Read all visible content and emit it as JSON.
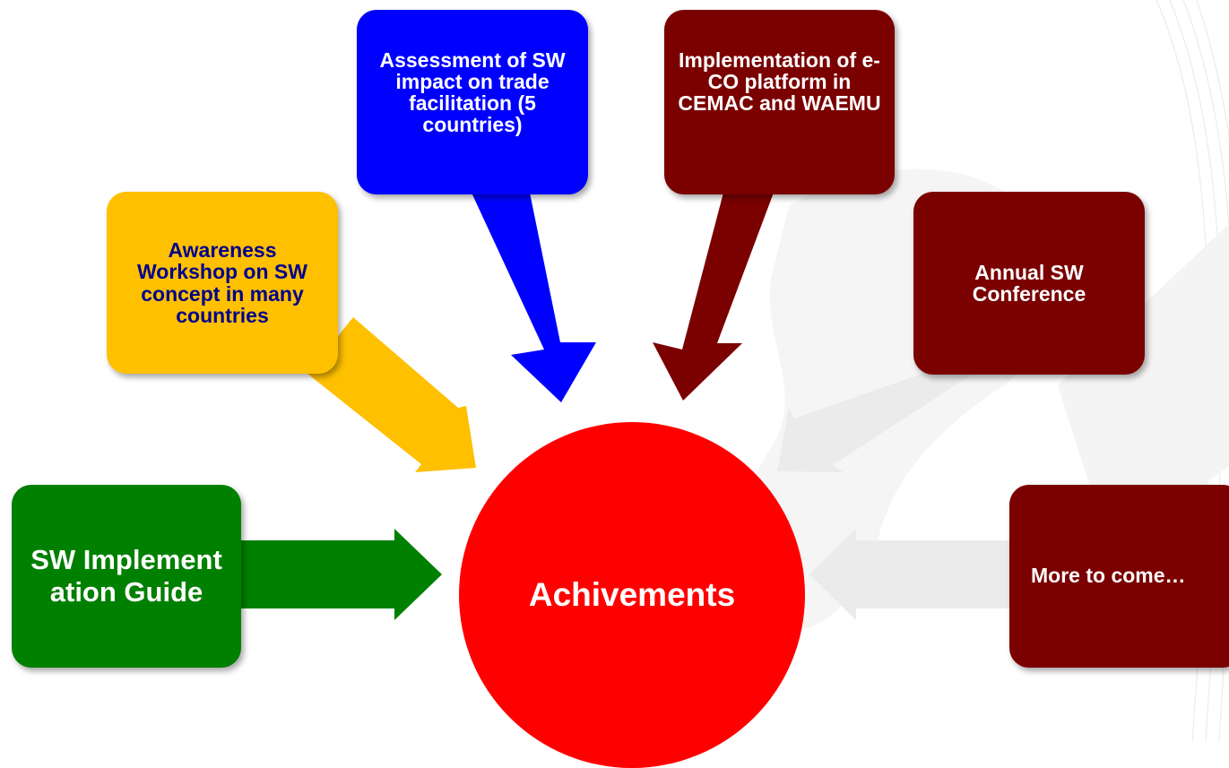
{
  "hub": {
    "label": "Achivements",
    "color": "#ff0000"
  },
  "nodes": [
    {
      "id": "guide",
      "label": "SW Implementation Guide",
      "color": "#008000",
      "text_color": "#ffffff"
    },
    {
      "id": "workshop",
      "label": "Awareness Workshop on SW concept in many countries",
      "color": "#ffc000",
      "text_color": "#00008b"
    },
    {
      "id": "assessment",
      "label": "Assessment of SW impact on trade facilitation (5 countries)",
      "color": "#0000ff",
      "text_color": "#ffffff"
    },
    {
      "id": "eco",
      "label": "Implementation of e-CO platform in CEMAC and WAEMU",
      "color": "#7b0000",
      "text_color": "#ffffff"
    },
    {
      "id": "conference",
      "label": "Annual SW Conference",
      "color": "#7b0000",
      "text_color": "#ffffff"
    },
    {
      "id": "more",
      "label": "More to come…",
      "color": "#7b0000",
      "text_color": "#ffffff"
    }
  ]
}
